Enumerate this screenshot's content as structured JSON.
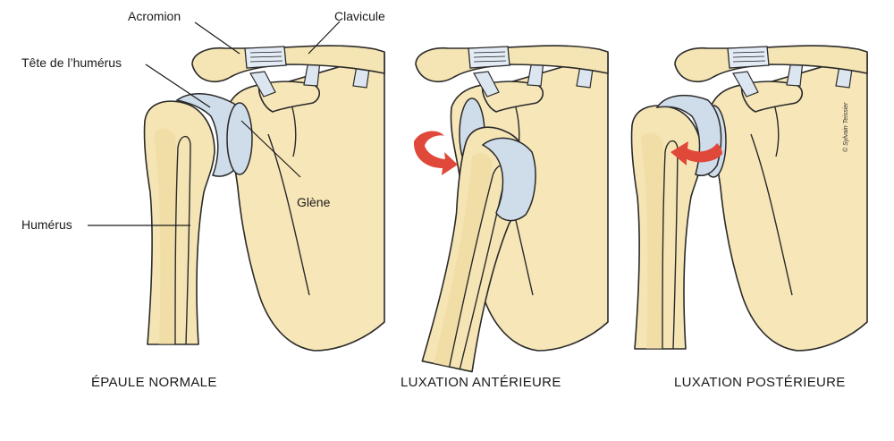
{
  "labels": {
    "acromion": "Acromion",
    "clavicule": "Clavicule",
    "tete_humerus": "Tête de l’humérus",
    "glene": "Glène",
    "humerus": "Humérus"
  },
  "panels": [
    {
      "caption": "ÉPAULE NORMALE"
    },
    {
      "caption": "LUXATION ANTÉRIEURE"
    },
    {
      "caption": "LUXATION POSTÉRIEURE"
    }
  ],
  "credit": "© Sylvain Teissier",
  "colors": {
    "bone": "#f6e5b4",
    "cartilage": "#cfdcea",
    "arrow": "#e0483a",
    "outline": "#2a2a2a"
  }
}
